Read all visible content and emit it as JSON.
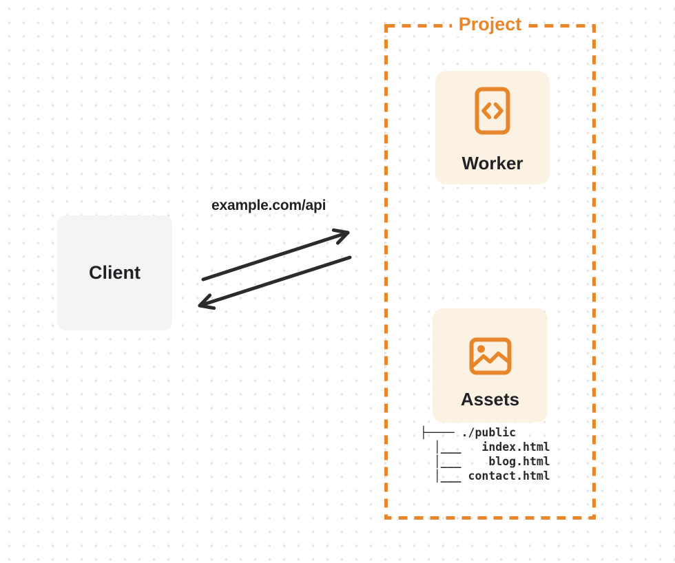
{
  "client": {
    "label": "Client"
  },
  "request": {
    "label": "example.com/api"
  },
  "project": {
    "label": "Project",
    "worker": {
      "label": "Worker",
      "icon": "code-file-icon"
    },
    "assets": {
      "label": "Assets",
      "icon": "image-icon"
    },
    "file_tree": {
      "lines": [
        "├──── ./public",
        "  │___   index.html",
        "  │___    blog.html",
        "  │___ contact.html"
      ]
    }
  },
  "colors": {
    "orange": "#E8862C",
    "card_bg": "#FCF2E3",
    "client_bg": "#F4F4F5",
    "arrow": "#2B2B2B",
    "text": "#1F2124",
    "tree_text": "#2A2A2C",
    "dot": "#E4E4E4"
  }
}
